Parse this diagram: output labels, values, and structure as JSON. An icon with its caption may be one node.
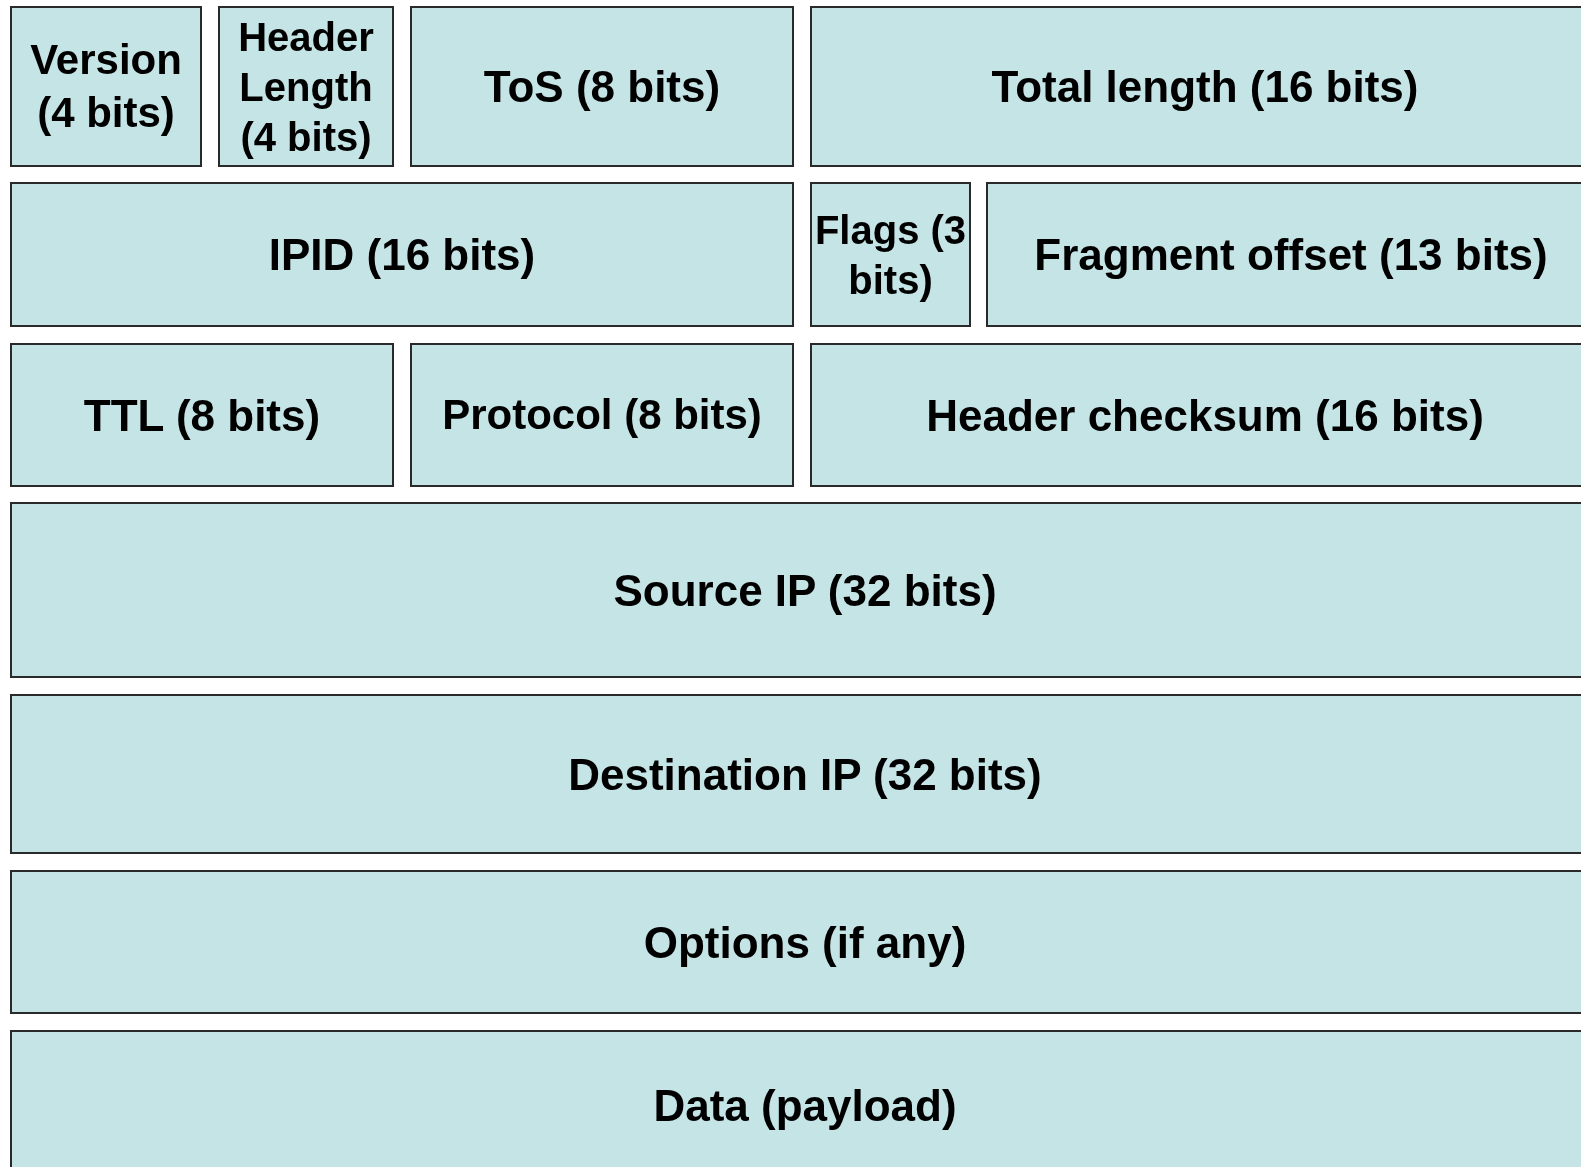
{
  "diagram": {
    "nodes": [
      {
        "text": [
          "Version (4 bits)"
        ]
      },
      {
        "text": [
          "Header Length (4 bits)"
        ]
      },
      {
        "text": [
          "ToS (8 bits)"
        ]
      },
      {
        "text": [
          "Total length (16 bits)"
        ]
      },
      {
        "text": [
          "IPID (16 bits)"
        ]
      },
      {
        "text": [
          "Flags (3 bits)"
        ]
      },
      {
        "text": [
          "Fragment offset (13 bits)"
        ]
      },
      {
        "text": [
          "TTL (8 bits)"
        ]
      },
      {
        "text": [
          "Protocol (8 bits)"
        ]
      },
      {
        "text": [
          "Header checksum (16 bits)"
        ]
      },
      {
        "text": [
          "Source IP (32 bits)"
        ]
      },
      {
        "text": [
          "Destination IP (32 bits)"
        ]
      },
      {
        "text": [
          "Options (if any)"
        ]
      },
      {
        "text": [
          "Data (payload)"
        ]
      }
    ]
  }
}
